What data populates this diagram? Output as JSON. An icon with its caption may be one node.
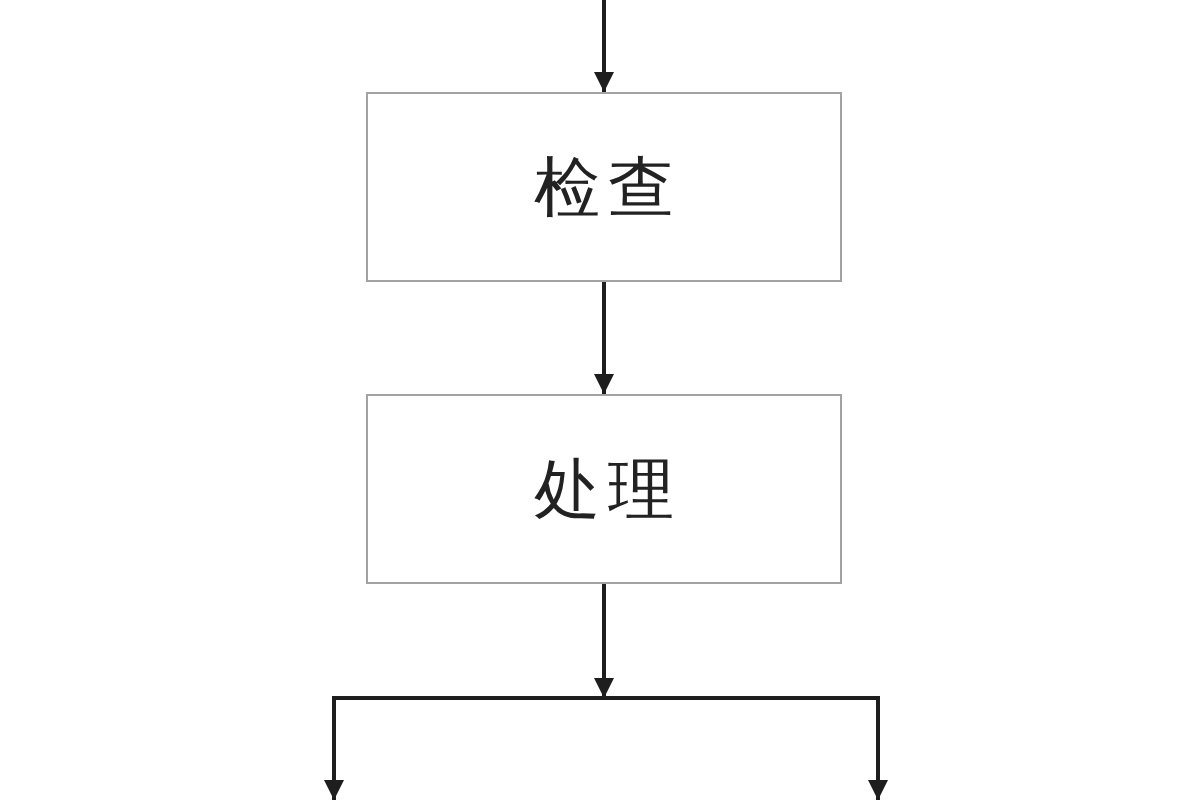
{
  "diagram": {
    "nodes": [
      {
        "text": [
          "检查"
        ]
      },
      {
        "text": [
          "处理"
        ]
      }
    ],
    "edges": [
      {
        "from": null,
        "to": 0,
        "arrow": "to"
      },
      {
        "from": 0,
        "to": 1,
        "arrow": "to"
      },
      {
        "from": 1,
        "to": null,
        "arrow": "to"
      },
      {
        "from": 1,
        "to": null,
        "arrow": "to"
      }
    ]
  }
}
